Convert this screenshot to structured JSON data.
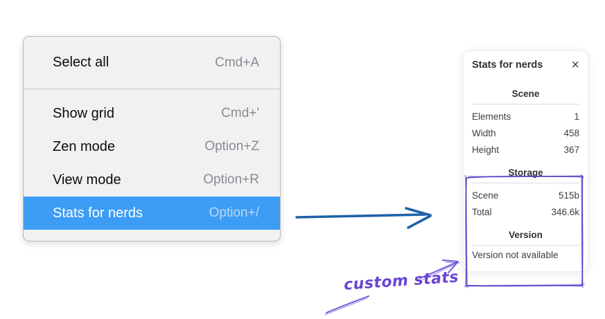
{
  "context_menu": {
    "items": [
      {
        "label": "Select all",
        "shortcut": "Cmd+A",
        "highlighted": false
      },
      {
        "label": "Show grid",
        "shortcut": "Cmd+'",
        "highlighted": false
      },
      {
        "label": "Zen mode",
        "shortcut": "Option+Z",
        "highlighted": false
      },
      {
        "label": "View mode",
        "shortcut": "Option+R",
        "highlighted": false
      },
      {
        "label": "Stats for nerds",
        "shortcut": "Option+/",
        "highlighted": true
      }
    ]
  },
  "stats_panel": {
    "title": "Stats for nerds",
    "icons": {
      "close": "×"
    },
    "sections": [
      {
        "heading": "Scene",
        "rows": [
          {
            "label": "Elements",
            "value": "1"
          },
          {
            "label": "Width",
            "value": "458"
          },
          {
            "label": "Height",
            "value": "367"
          }
        ]
      },
      {
        "heading": "Storage",
        "rows": [
          {
            "label": "Scene",
            "value": "515b"
          },
          {
            "label": "Total",
            "value": "346.6k"
          }
        ]
      },
      {
        "heading": "Version",
        "note": "Version not available"
      }
    ]
  },
  "annotation": {
    "label": "custom stats"
  },
  "colors": {
    "menu_highlight": "#3d9df5",
    "flow_arrow": "#1e62a8",
    "annotation": "#7456d8",
    "annotation_text": "#6a45d4",
    "sketch_box": "#5b3fc6"
  }
}
